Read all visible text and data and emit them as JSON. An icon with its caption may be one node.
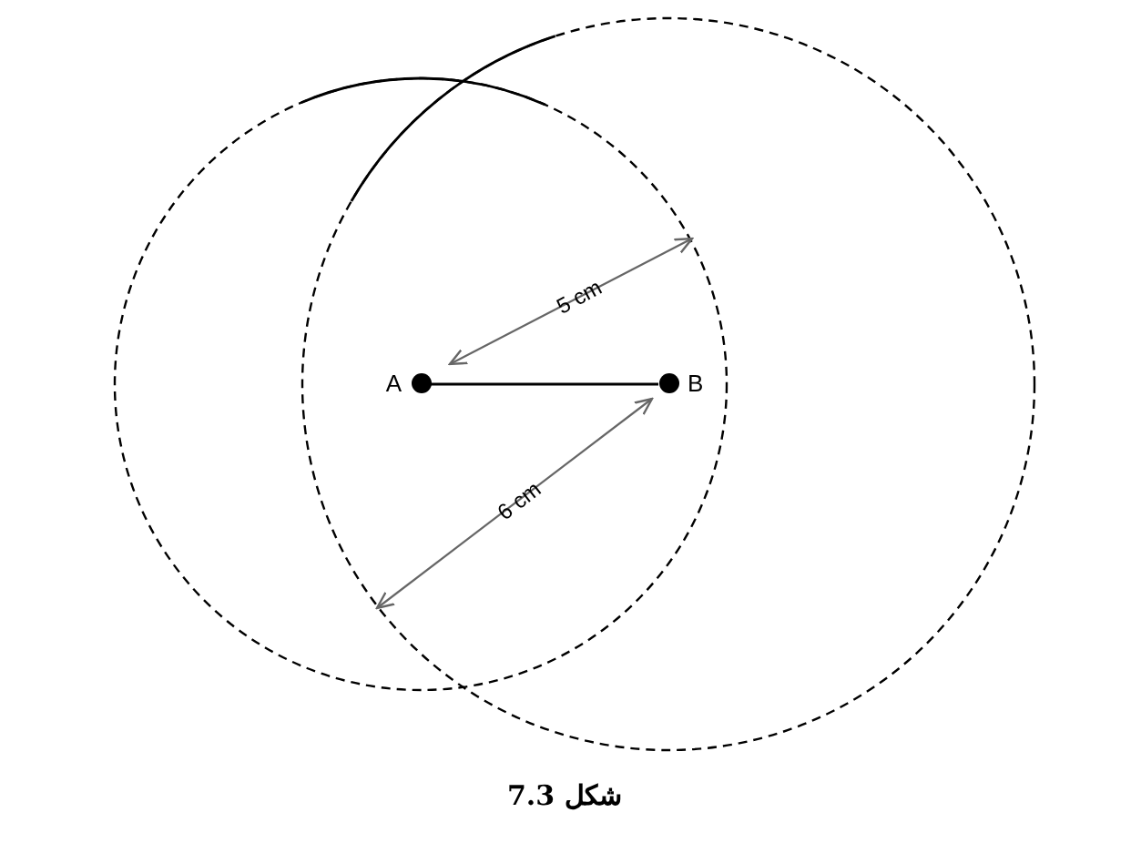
{
  "diagram": {
    "caption": "شكل 7.3",
    "nodes": [
      {
        "text": [
          "A"
        ]
      },
      {
        "text": [
          "B"
        ]
      }
    ],
    "edges": [
      {
        "from": 0,
        "to": 1,
        "arrow": "none"
      }
    ],
    "labels": [
      "5 cm",
      "6 cm"
    ]
  }
}
